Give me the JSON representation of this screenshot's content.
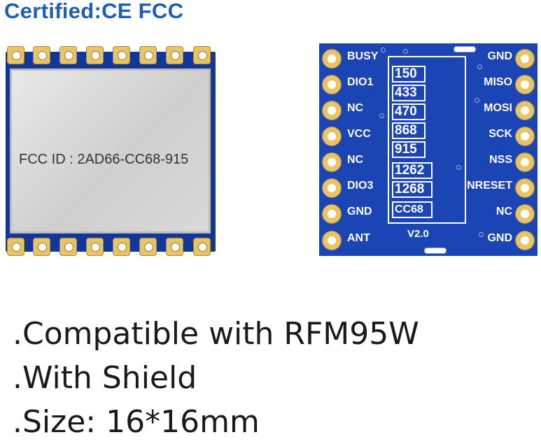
{
  "header": {
    "certification": "Certified:CE FCC"
  },
  "left_module": {
    "shield_label": "FCC ID : 2AD66-CC68-915"
  },
  "right_module": {
    "left_pins": [
      "BUSY",
      "DIO1",
      "NC",
      "VCC",
      "NC",
      "DIO3",
      "GND",
      "ANT"
    ],
    "right_pins": [
      "GND",
      "MISO",
      "MOSI",
      "SCK",
      "NSS",
      "NRESET",
      "NC",
      "GND"
    ],
    "frequencies": [
      "150",
      "433",
      "470",
      "868",
      "915",
      "1262",
      "1268",
      "CC68"
    ],
    "version": "V2.0"
  },
  "features": [
    ".Compatible with RFM95W",
    ".With Shield",
    ".Size: 16*16mm"
  ],
  "colors": {
    "header": "#1f5fb0",
    "pcb": "#1b44b5",
    "pad": "#e8c469",
    "shield": "#d9d9d9"
  }
}
